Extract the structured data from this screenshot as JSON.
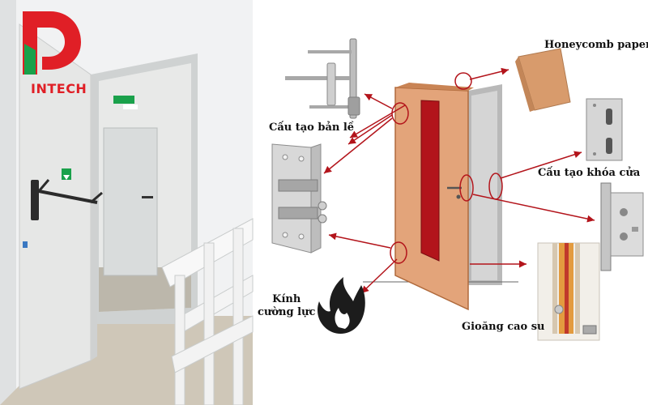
{
  "brand": {
    "name": "INTECH",
    "color_red": "#e01f26",
    "color_green": "#1aa14b"
  },
  "labels": {
    "honeycomb": "Honeycomb paper",
    "hinge": "Cấu tạo bản lề",
    "lock": "Cấu tạo khóa cửa",
    "glass_line1": "Kính",
    "glass_line2": "cường lực",
    "gasket": "Gioăng cao su"
  },
  "icons": {
    "fire": "fire-icon",
    "exit_sign": "exit-sign-icon"
  },
  "colors": {
    "door_panel": "#e3a47a",
    "door_glass": "#b2141b",
    "callout_arrow": "#b3141b",
    "wall": "#eef0f1",
    "fire_door": "#e7e8e7"
  }
}
